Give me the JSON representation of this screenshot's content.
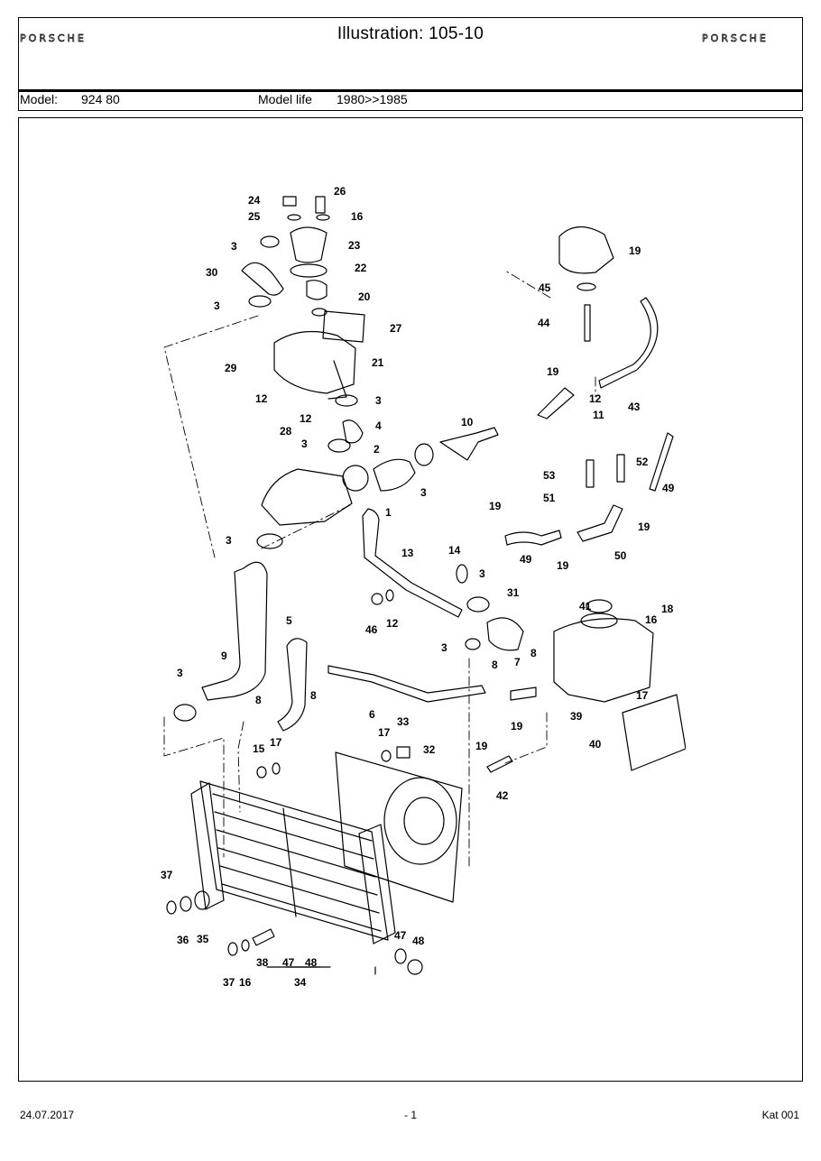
{
  "header": {
    "brand_left": "PORSCHE",
    "brand_right": "PORSCHE",
    "title": "Illustration: 105-10",
    "model_label": "Model:",
    "model_value": "924 80",
    "model_life_label": "Model life",
    "model_life_value": "1980>>1985"
  },
  "callouts": {
    "c1": "1",
    "c2": "2",
    "c3a": "3",
    "c3b": "3",
    "c3c": "3",
    "c3d": "3",
    "c3e": "3",
    "c3f": "3",
    "c3g": "3",
    "c3h": "3",
    "c4": "4",
    "c5": "5",
    "c6": "6",
    "c7": "7",
    "c8a": "8",
    "c8b": "8",
    "c8c": "8",
    "c8d": "8",
    "c9": "9",
    "c10": "10",
    "c11": "11",
    "c12a": "12",
    "c12b": "12",
    "c12c": "12",
    "c12d": "12",
    "c13": "13",
    "c14": "14",
    "c15": "15",
    "c16a": "16",
    "c16b": "16",
    "c16c": "16",
    "c17a": "17",
    "c17b": "17",
    "c17c": "17",
    "c18": "18",
    "c19a": "19",
    "c19b": "19",
    "c19c": "19",
    "c19d": "19",
    "c19e": "19",
    "c19f": "19",
    "c19g": "19",
    "c20": "20",
    "c21": "21",
    "c22": "22",
    "c23": "23",
    "c24": "24",
    "c25": "25",
    "c26": "26",
    "c27": "27",
    "c28": "28",
    "c29": "29",
    "c30": "30",
    "c31": "31",
    "c32": "32",
    "c33": "33",
    "c34": "34",
    "c35": "35",
    "c36": "36",
    "c37a": "37",
    "c37b": "37",
    "c38": "38",
    "c39": "39",
    "c40": "40",
    "c41": "41",
    "c42": "42",
    "c43": "43",
    "c44": "44",
    "c45": "45",
    "c46": "46",
    "c47a": "47",
    "c47b": "47",
    "c48a": "48",
    "c48b": "48",
    "c49a": "49",
    "c49b": "49",
    "c50": "50",
    "c51": "51",
    "c52": "52",
    "c53": "53"
  },
  "footer": {
    "date": "24.07.2017",
    "page": "- 1",
    "catalog": "Kat 001"
  }
}
